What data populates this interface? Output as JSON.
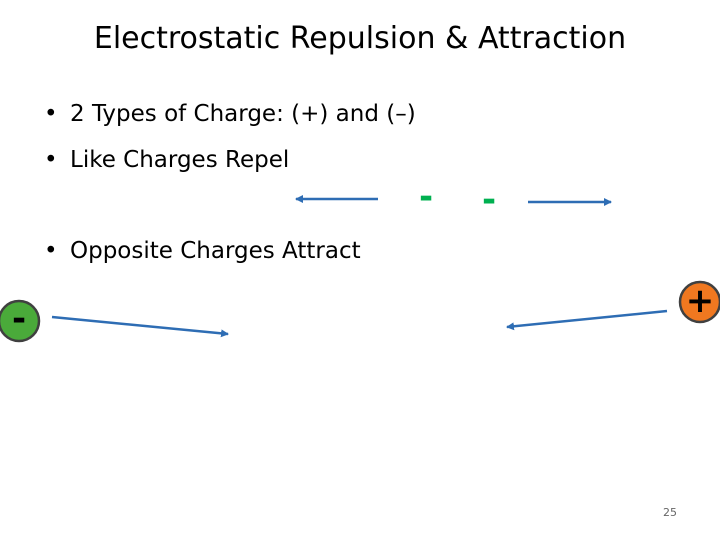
{
  "slide": {
    "title": "Electrostatic Repulsion & Attraction",
    "bullets": [
      "2 Types of Charge:  (+) and (–)",
      "Like Charges Repel",
      "Opposite Charges Attract"
    ],
    "bullet_symbol": "•",
    "page_number": "25"
  },
  "repel": {
    "charge_left": "-",
    "charge_right": "-",
    "charge_color": "#00b050"
  },
  "attract": {
    "negative_label": "-",
    "positive_label": "+",
    "negative_fill": "#4aaa3a",
    "positive_fill": "#f07820",
    "outline_color": "#404040"
  },
  "colors": {
    "arrow": "#2e6db4"
  }
}
